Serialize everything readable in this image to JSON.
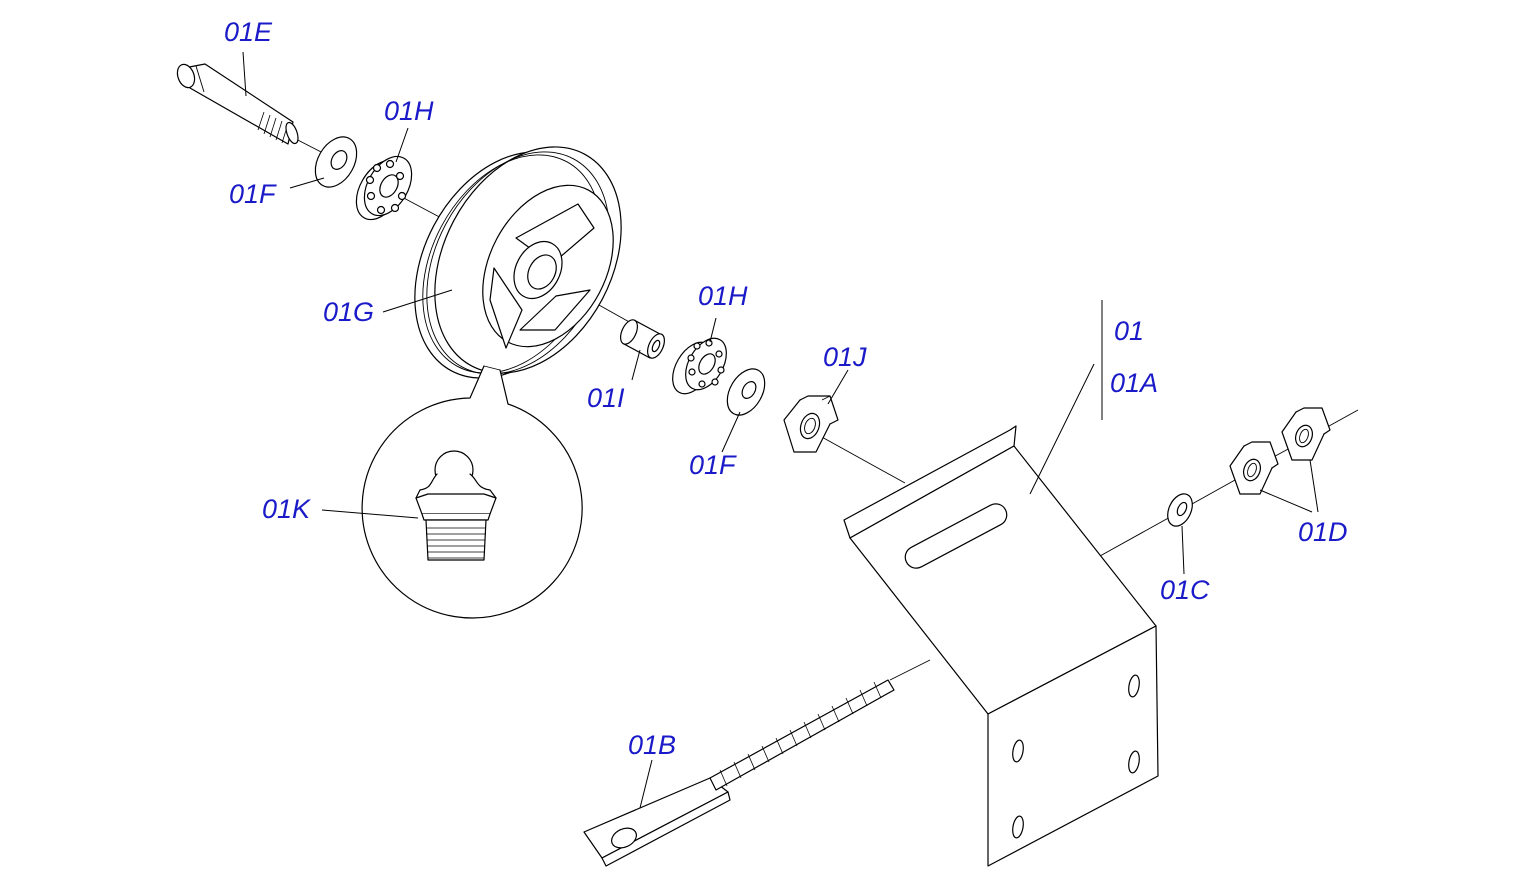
{
  "colors": {
    "label": "#1a1ac8",
    "line": "#000000",
    "background": "#ffffff"
  },
  "labels": {
    "01E": "01E",
    "01H_top": "01H",
    "01F_top": "01F",
    "01G": "01G",
    "01H_mid": "01H",
    "01I": "01I",
    "01J": "01J",
    "01F_mid": "01F",
    "01K": "01K",
    "01": "01",
    "01A": "01A",
    "01C": "01C",
    "01D": "01D",
    "01B": "01B"
  }
}
